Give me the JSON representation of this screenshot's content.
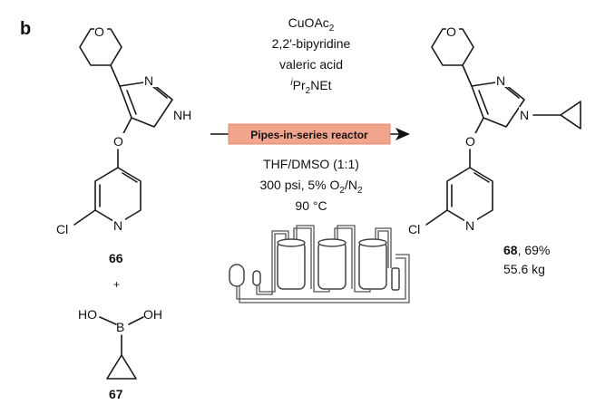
{
  "panel_label": "b",
  "reagents_top": [
    "CuOAc",
    "2,2′-bipyridine",
    "valeric acid",
    "Pr",
    "NEt"
  ],
  "reagent_subscripts": {
    "cuoac": "2",
    "ipr_super": "i",
    "ipr_sub": "2"
  },
  "reactor_label": "Pipes-in-series reactor",
  "conditions_bottom": {
    "solvent": "THF/DMSO (1:1)",
    "pressure": "300 psi, 5% O",
    "o2_sub": "2",
    "slash_n": "/N",
    "n2_sub": "2",
    "temperature": "90 °C"
  },
  "atom_labels": {
    "N": "N",
    "NH": "NH",
    "O": "O",
    "Cl": "Cl",
    "B": "B",
    "HO": "HO",
    "OH": "OH"
  },
  "compounds": {
    "c66": "66",
    "plus": "+",
    "c67": "67",
    "c68": "68",
    "c68_yield": ", 69%",
    "c68_mass": "55.6 kg"
  },
  "colors": {
    "reactor_bar": "#f2a48c",
    "ink": "#111111"
  }
}
